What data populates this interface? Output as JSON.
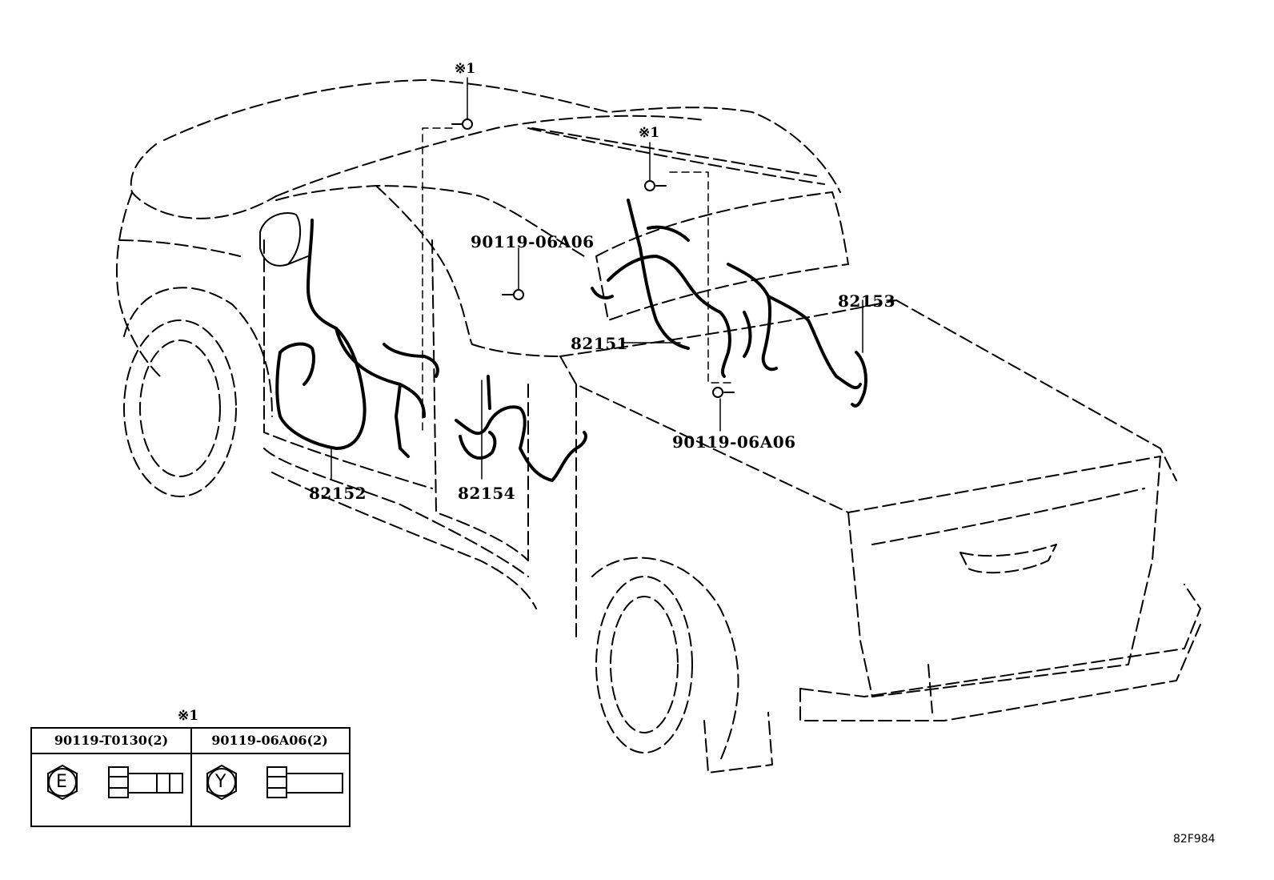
{
  "diagram_code": "82F984",
  "note_marker": "※1",
  "callouts": {
    "p82151": "82151",
    "p82152": "82152",
    "p82153": "82153",
    "p82154": "82154",
    "bolt_upper": "90119-06A06",
    "bolt_lower": "90119-06A06"
  },
  "legend": {
    "marker": "※1",
    "col1_header": "90119-T0130(2)",
    "col1_mark": "E",
    "col2_header": "90119-06A06(2)",
    "col2_mark": "Y"
  }
}
